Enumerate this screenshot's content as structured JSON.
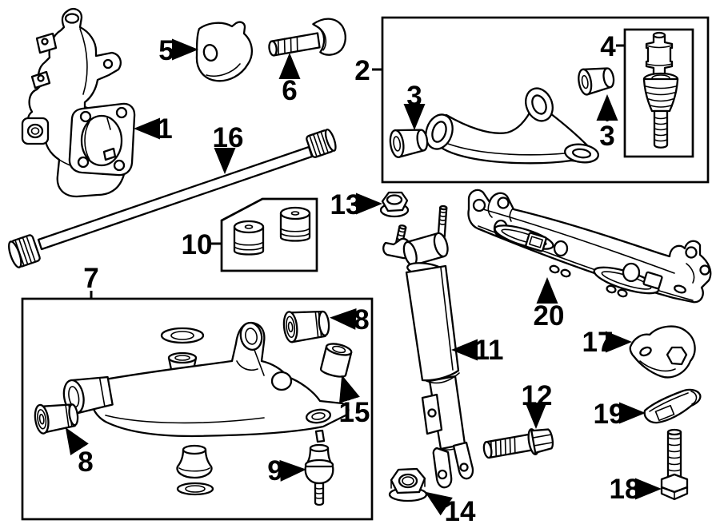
{
  "figure": {
    "kind": "exploded-parts-line-diagram",
    "subject": "front suspension components",
    "background_color": "#ffffff",
    "line_color": "#000000",
    "label_color": "#000000"
  },
  "callouts": [
    {
      "label": "1",
      "part": "steering-knuckle"
    },
    {
      "label": "2",
      "part": "upper-control-arm-assembly-box"
    },
    {
      "label": "3",
      "part": "upper-arm-bushing-front"
    },
    {
      "label": "3",
      "part": "upper-arm-bushing-rear"
    },
    {
      "label": "4",
      "part": "upper-ball-joint-kit-box"
    },
    {
      "label": "5",
      "part": "splash-shield"
    },
    {
      "label": "6",
      "part": "mount-bolt"
    },
    {
      "label": "7",
      "part": "lower-control-arm-assembly-box"
    },
    {
      "label": "8",
      "part": "lower-arm-bushing-upper"
    },
    {
      "label": "8",
      "part": "lower-arm-bushing-front"
    },
    {
      "label": "9",
      "part": "lower-ball-joint"
    },
    {
      "label": "10",
      "part": "bumper-kit-box"
    },
    {
      "label": "11",
      "part": "shock-absorber"
    },
    {
      "label": "12",
      "part": "lower-arm-bolt"
    },
    {
      "label": "13",
      "part": "shock-upper-nut"
    },
    {
      "label": "14",
      "part": "shock-lower-nut"
    },
    {
      "label": "15",
      "part": "lower-arm-rear-bushing"
    },
    {
      "label": "16",
      "part": "torsion-bar"
    },
    {
      "label": "17",
      "part": "torsion-bar-adjuster-arm"
    },
    {
      "label": "18",
      "part": "adjuster-bolt"
    },
    {
      "label": "19",
      "part": "adjuster-retainer"
    },
    {
      "label": "20",
      "part": "torsion-bar-crossmember"
    }
  ]
}
